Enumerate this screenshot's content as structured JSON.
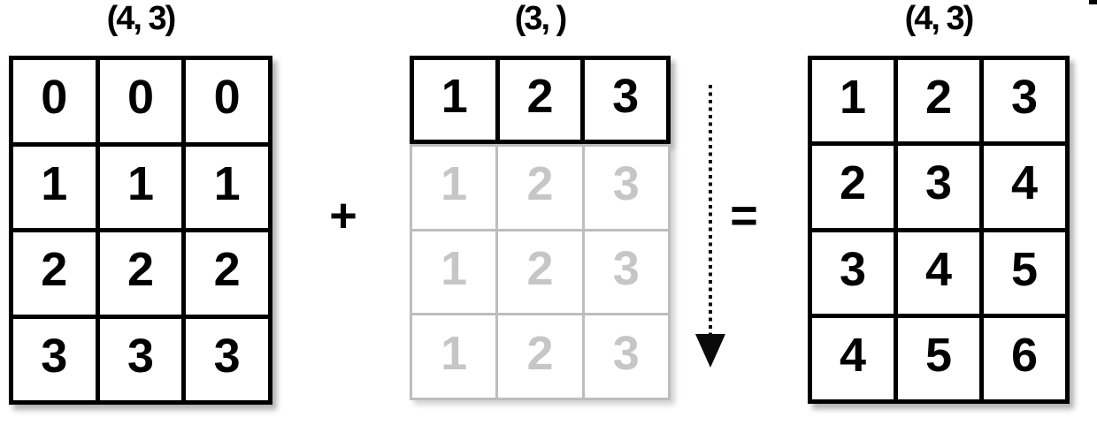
{
  "matrices": {
    "left": {
      "shape": "(4, 3)",
      "rows": [
        [
          "0",
          "0",
          "0"
        ],
        [
          "1",
          "1",
          "1"
        ],
        [
          "2",
          "2",
          "2"
        ],
        [
          "3",
          "3",
          "3"
        ]
      ]
    },
    "middle": {
      "shape": "(3, )",
      "active_row": [
        "1",
        "2",
        "3"
      ],
      "ghost_rows": [
        [
          "1",
          "2",
          "3"
        ],
        [
          "1",
          "2",
          "3"
        ],
        [
          "1",
          "2",
          "3"
        ]
      ]
    },
    "result": {
      "shape": "(4, 3)",
      "rows": [
        [
          "1",
          "2",
          "3"
        ],
        [
          "2",
          "3",
          "4"
        ],
        [
          "3",
          "4",
          "5"
        ],
        [
          "4",
          "5",
          "6"
        ]
      ]
    }
  },
  "operators": {
    "plus": "+",
    "equals": "="
  },
  "colors": {
    "line_black": "#000000",
    "ghost_line": "#bdbdbd",
    "ghost_text": "#c6c6c6",
    "background": "#ffffff"
  }
}
